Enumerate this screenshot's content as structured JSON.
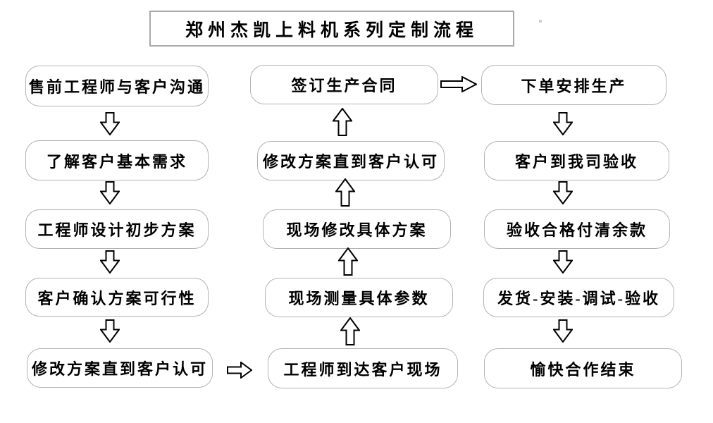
{
  "title": {
    "text": "郑州杰凯上料机系列定制流程"
  },
  "flow": {
    "left_column": {
      "direction": "top-to-bottom",
      "nodes": [
        "售前工程师与客户沟通",
        "了解客户基本需求",
        "工程师设计初步方案",
        "客户确认方案可行性",
        "修改方案直到客户认可"
      ]
    },
    "middle_column": {
      "direction": "bottom-to-top",
      "nodes": [
        "签订生产合同",
        "修改方案直到客户认可",
        "现场修改具体方案",
        "现场测量具体参数",
        "工程师到达客户现场"
      ]
    },
    "right_column": {
      "direction": "top-to-bottom",
      "nodes": [
        "下单安排生产",
        "客户到我司验收",
        "验收合格付清余款",
        "发货-安装-调试-验收",
        "愉快合作结束"
      ]
    }
  },
  "icons": {
    "arrow_down": "hollow-block-arrow-down",
    "arrow_up": "hollow-block-arrow-up",
    "arrow_right": "hollow-block-arrow-right"
  },
  "colors": {
    "background": "#ffffff",
    "node_border": "#b3b3b3",
    "title_border": "#a9a9a9",
    "text": "#000000",
    "arrow_outline": "#000000",
    "arrow_fill": "#ffffff"
  }
}
